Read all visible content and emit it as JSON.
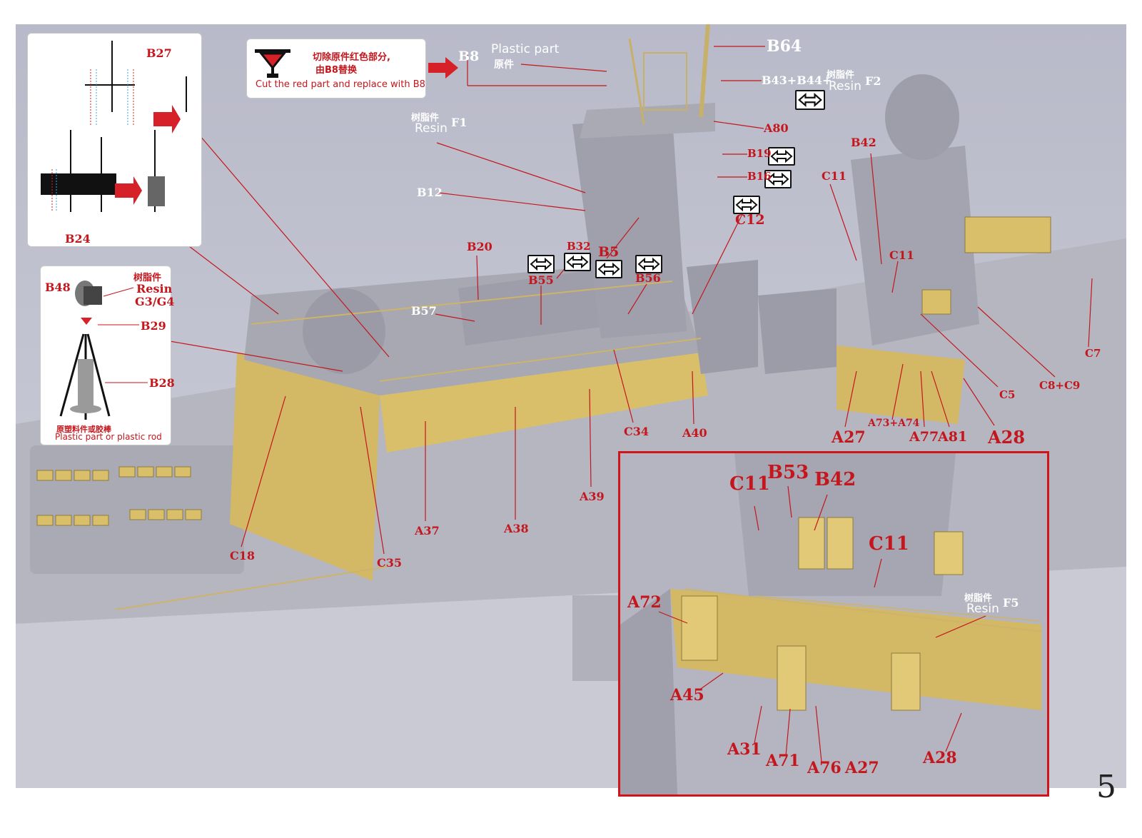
{
  "page_number": "5",
  "colors": {
    "accent_red": "#c4161c",
    "frame_red": "#d0151a",
    "photo_gray": "#c3c4d1",
    "brass": "#d9bf6a",
    "hull_gray": "#b3b4be"
  },
  "callout_replace": {
    "chinese": "切除原件红色部分,",
    "chinese_line2": "由B8替换",
    "english": "Cut the red part and replace with B8",
    "target": "B8",
    "plastic_part_en": "Plastic part",
    "plastic_part_cn": "原件"
  },
  "inset_topleft": {
    "top_label": "B27",
    "bottom_label": "B24"
  },
  "inset_light": {
    "b48": "B48",
    "resin_cn": "树脂件",
    "resin_en": "Resin",
    "g": "G3/G4",
    "b29": "B29",
    "b28": "B28",
    "rod_cn": "原塑料件或胶棒",
    "rod_en": "Plastic part or plastic rod"
  },
  "resin_tags": {
    "f1": {
      "cn": "树脂件",
      "en": "Resin",
      "code": "F1"
    },
    "f2": {
      "cn": "树脂件",
      "en": "Resin",
      "code": "F2"
    },
    "f5": {
      "cn": "树脂件",
      "en": "Resin",
      "code": "F5"
    }
  },
  "labels": {
    "b64": "B64",
    "b43": "B43+B44+",
    "a80": "A80",
    "b19": "B19",
    "b16": "B16",
    "c12": "C12",
    "b12": "B12",
    "b20": "B20",
    "b32": "B32",
    "b5": "B5",
    "b55": "B55",
    "b56": "B56",
    "b57": "B57",
    "b42": "B42",
    "c11a": "C11",
    "c11b": "C11",
    "c5": "C5",
    "c7": "C7",
    "c8c9": "C8+C9",
    "c34": "C34",
    "a40": "A40",
    "a27": "A27",
    "a73": "A73+A74",
    "a77": "A77",
    "a81": "A81",
    "a28": "A28",
    "a39": "A39",
    "a37": "A37",
    "a38": "A38",
    "c18": "C18",
    "c35": "C35"
  },
  "detail_labels": {
    "c11a": "C11",
    "b53": "B53",
    "b42": "B42",
    "c11b": "C11",
    "a72": "A72",
    "a45": "A45",
    "a31": "A31",
    "a71": "A71",
    "a76": "A76",
    "a27": "A27",
    "a28": "A28"
  }
}
